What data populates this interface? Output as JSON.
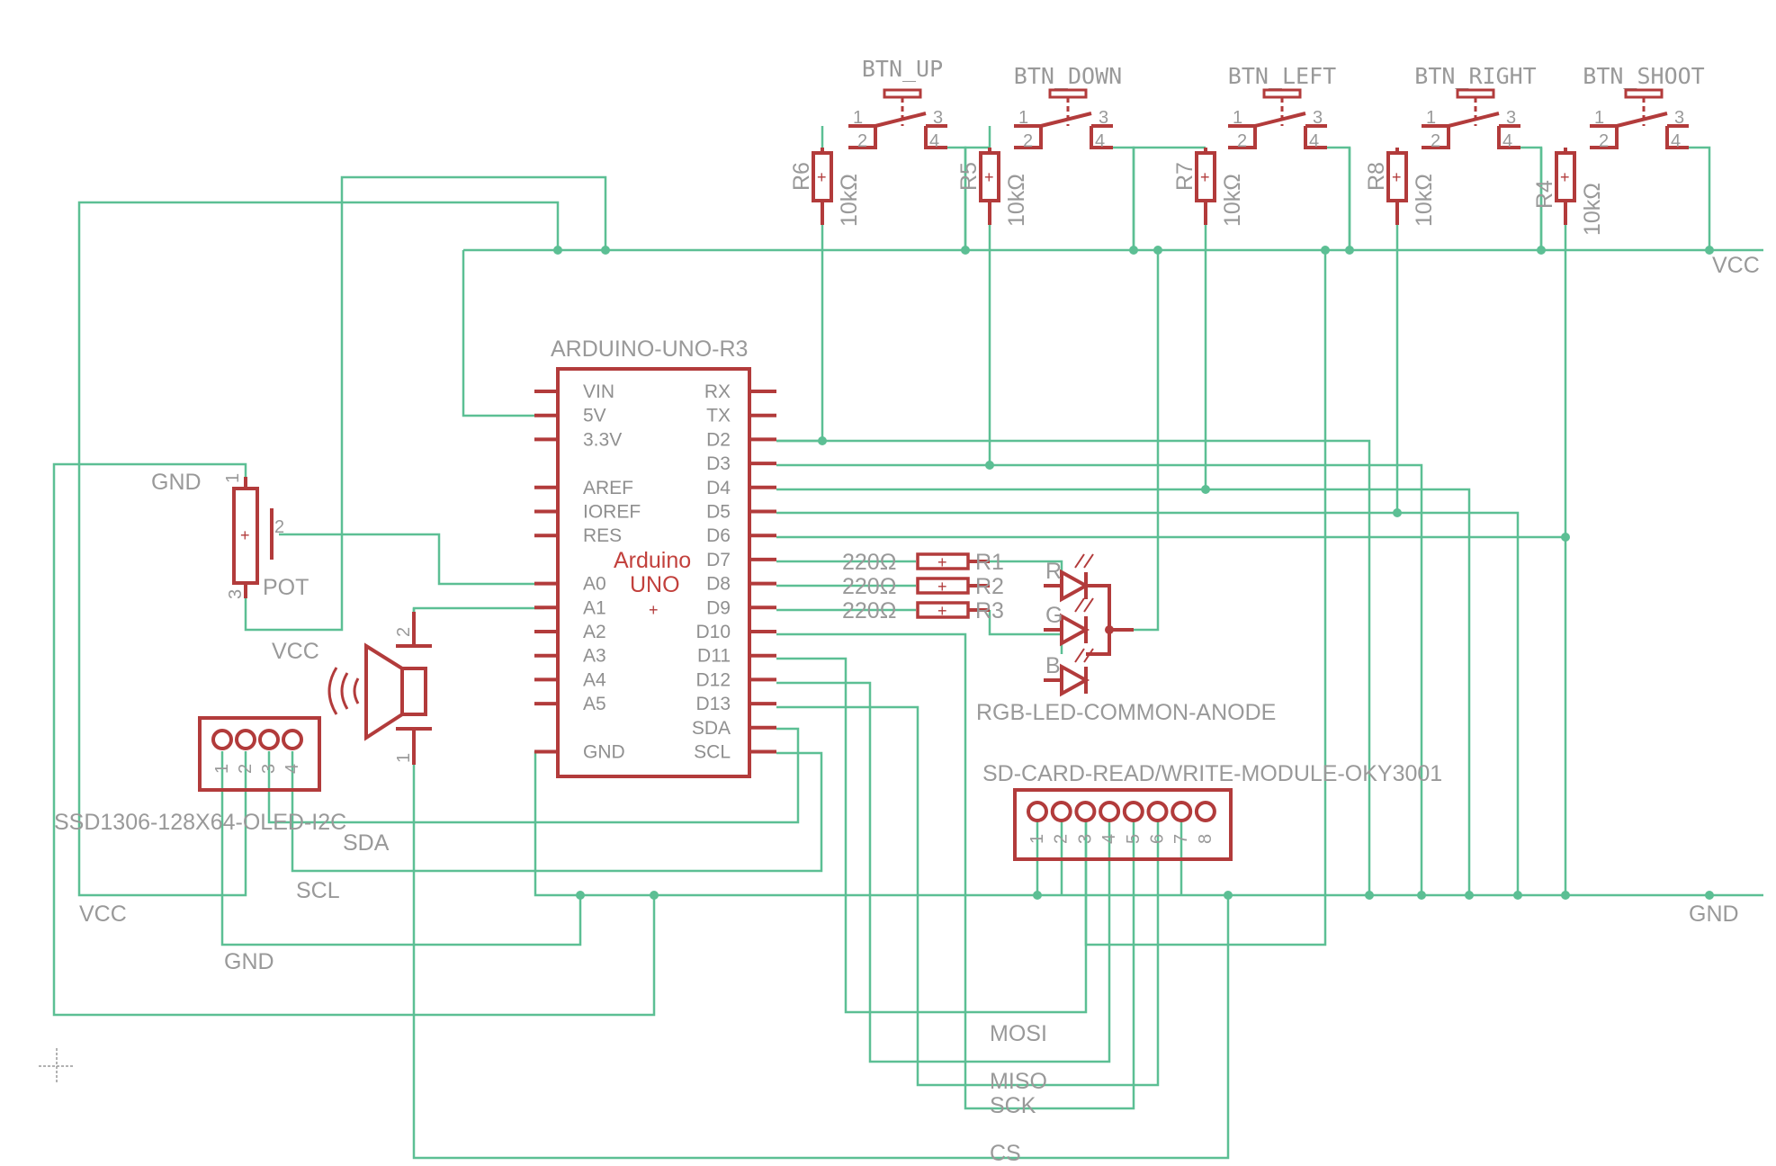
{
  "arduino": {
    "title": "ARDUINO-UNO-R3",
    "line1": "Arduino",
    "line2": "UNO",
    "left_pins": [
      "VIN",
      "5V",
      "3.3V",
      "AREF",
      "IOREF",
      "RES",
      "A0",
      "A1",
      "A2",
      "A3",
      "A4",
      "A5",
      "GND"
    ],
    "right_pins": [
      "RX",
      "TX",
      "D2",
      "D3",
      "D4",
      "D5",
      "D6",
      "D7",
      "D8",
      "D9",
      "D10",
      "D11",
      "D12",
      "D13",
      "SDA",
      "SCL"
    ]
  },
  "buttons": [
    {
      "name": "BTN_UP"
    },
    {
      "name": "BTN_DOWN"
    },
    {
      "name": "BTN_LEFT"
    },
    {
      "name": "BTN_RIGHT"
    },
    {
      "name": "BTN_SHOOT"
    }
  ],
  "button_pins": [
    "1",
    "2",
    "3",
    "4"
  ],
  "pullup_resistors": [
    {
      "name": "R6",
      "value": "10kΩ"
    },
    {
      "name": "R5",
      "value": "10kΩ"
    },
    {
      "name": "R7",
      "value": "10kΩ"
    },
    {
      "name": "R8",
      "value": "10kΩ"
    },
    {
      "name": "R4",
      "value": "10kΩ"
    }
  ],
  "led_resistors": [
    {
      "name": "R1",
      "value": "220Ω"
    },
    {
      "name": "R2",
      "value": "220Ω"
    },
    {
      "name": "R3",
      "value": "220Ω"
    }
  ],
  "rgb_led": {
    "name": "RGB-LED-COMMON-ANODE",
    "channels": [
      "R",
      "G",
      "B"
    ]
  },
  "pot": {
    "name": "POT",
    "pins": [
      "1",
      "2",
      "3"
    ]
  },
  "buzzer": {
    "pins": [
      "2",
      "1"
    ]
  },
  "oled": {
    "name": "SSD1306-128X64-OLED-I2C",
    "pins": [
      "1",
      "2",
      "3",
      "4"
    ]
  },
  "sd_card": {
    "name": "SD-CARD-READ/WRITE-MODULE-OKY3001",
    "pins": [
      "1",
      "2",
      "3",
      "4",
      "5",
      "6",
      "7",
      "8"
    ]
  },
  "net_labels": {
    "vcc": "VCC",
    "gnd": "GND",
    "sda": "SDA",
    "scl": "SCL",
    "mosi": "MOSI",
    "miso": "MISO",
    "sck": "SCK",
    "cs": "CS"
  },
  "colors": {
    "part": "#b23b3b",
    "wire": "#5cbf94",
    "label": "#999999",
    "text_red": "#c2403c"
  }
}
